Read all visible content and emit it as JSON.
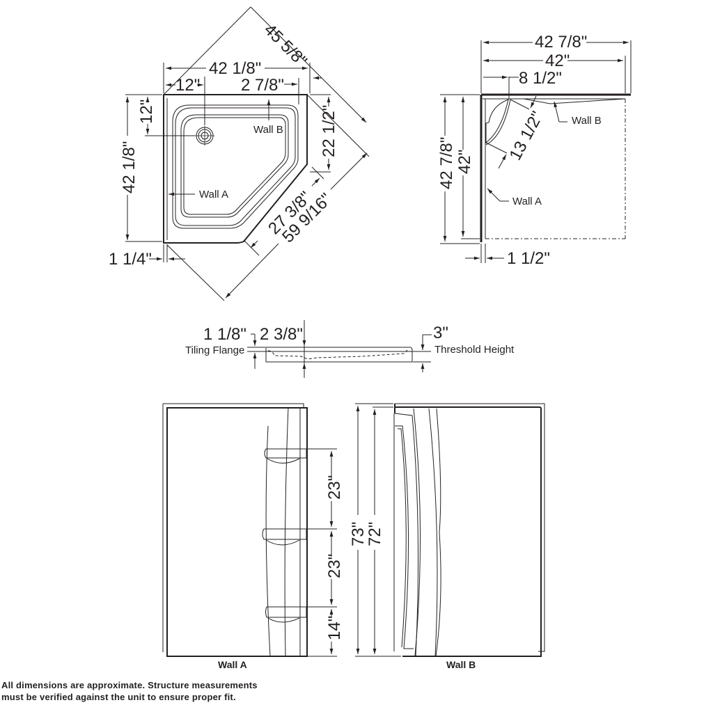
{
  "colors": {
    "ink": "#231f20",
    "background": "#ffffff"
  },
  "top_view": {
    "diagonal_top": "45 5/8\"",
    "width_total": "42 1/8\"",
    "drain_offset_x": "12\"",
    "flange_right": "2 7/8\"",
    "drain_offset_y": "12\"",
    "height_total": "42 1/8\"",
    "side_right": "22 1/2\"",
    "angled_front": "27 3/8\"",
    "diagonal_bottom": "59 9/16\"",
    "flange_left": "1 1/4\"",
    "wall_b_label": "Wall B",
    "wall_a_label": "Wall A"
  },
  "plan_view": {
    "width_outer": "42 7/8\"",
    "width_inner": "42\"",
    "shelf_offset": "8 1/2\"",
    "shelf_radius": "13 1/2\"",
    "height_outer": "42 7/8\"",
    "height_inner": "42\"",
    "flange": "1 1/2\"",
    "wall_b_label": "Wall B",
    "wall_a_label": "Wall A"
  },
  "section_view": {
    "tiling_flange_dim": "1 1/8\"",
    "tiling_flange_label": "Tiling Flange",
    "drain_depth": "2 3/8\"",
    "threshold_dim": "3\"",
    "threshold_label": "Threshold Height"
  },
  "elevation_wall_a": {
    "caption": "Wall A",
    "shelf_spacing_1": "23\"",
    "shelf_spacing_2": "23\"",
    "shelf_bottom": "14\""
  },
  "elevation_wall_b": {
    "caption": "Wall B",
    "height_outer": "73\"",
    "height_inner": "72\""
  },
  "footer_note": {
    "line1": "All dimensions are approximate. Structure measurements",
    "line2": "must be verified against the unit to ensure proper fit."
  }
}
